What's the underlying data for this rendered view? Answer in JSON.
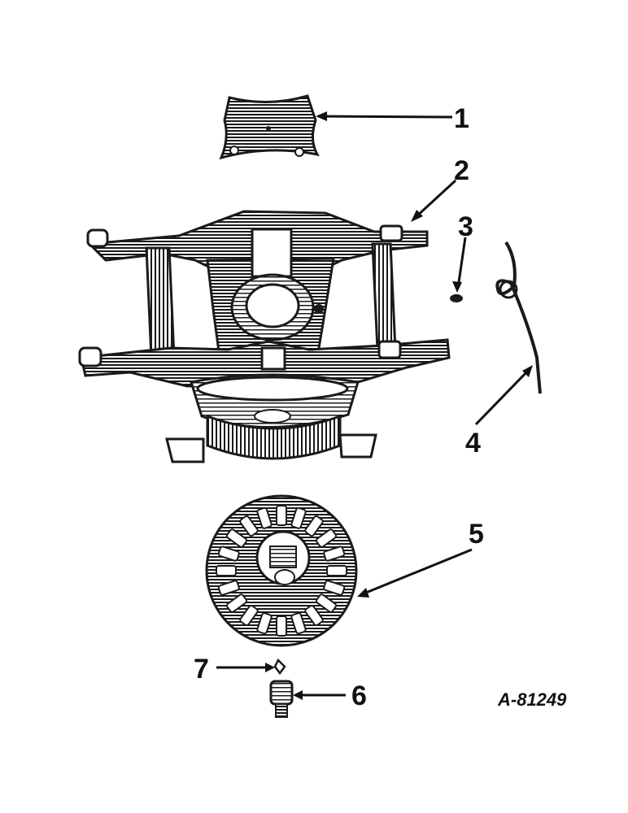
{
  "callouts": [
    {
      "id": "1",
      "label": "1"
    },
    {
      "id": "2",
      "label": "2"
    },
    {
      "id": "3",
      "label": "3"
    },
    {
      "id": "4",
      "label": "4"
    },
    {
      "id": "5",
      "label": "5"
    },
    {
      "id": "6",
      "label": "6"
    },
    {
      "id": "7",
      "label": "7"
    }
  ],
  "figure_id": "A-81249",
  "parts": [
    {
      "callout": "1",
      "icon": "plate-icon"
    },
    {
      "callout": "2",
      "icon": "frame-icon"
    },
    {
      "callout": "3",
      "icon": "rivet-icon"
    },
    {
      "callout": "4",
      "icon": "spring-icon"
    },
    {
      "callout": "5",
      "icon": "seed-plate-icon"
    },
    {
      "callout": "6",
      "icon": "bolt-icon"
    },
    {
      "callout": "7",
      "icon": "washer-icon"
    }
  ],
  "colors": {
    "ink": "#1a1a1a",
    "paper": "#ffffff"
  }
}
